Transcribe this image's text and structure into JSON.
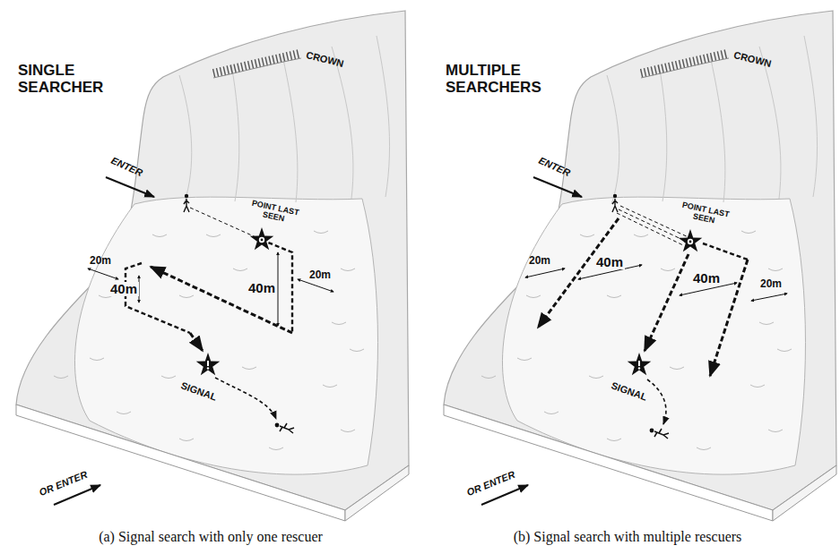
{
  "diagram": {
    "labels": [
      "SINGLE SEARCHER",
      "CROWN",
      "ENTER",
      "POINT LAST SEEN",
      "40m",
      "20m",
      "40m",
      "20m",
      "SIGNAL",
      "OR ENTER",
      "(a) Signal search with only one rescuer",
      "MULTIPLE SEARCHERS",
      "CROWN",
      "ENTER",
      "POINT LAST SEEN",
      "20m",
      "40m",
      "40m",
      "20m",
      "SIGNAL",
      "OR ENTER",
      "(b) Signal search with multiple rescuers"
    ]
  }
}
